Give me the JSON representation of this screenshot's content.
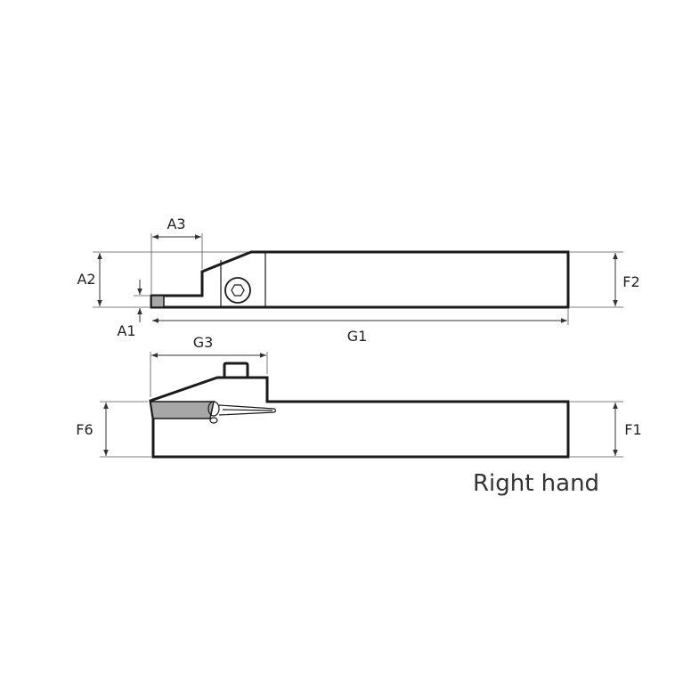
{
  "labels": {
    "a1": "A1",
    "a2": "A2",
    "a3": "A3",
    "f1": "F1",
    "f2": "F2",
    "f6": "F6",
    "g1": "G1",
    "g3": "G3"
  },
  "caption": "Right hand",
  "colors": {
    "outline": "#1a1a1a",
    "insert": "#a7a7a7",
    "background": "#ffffff"
  }
}
